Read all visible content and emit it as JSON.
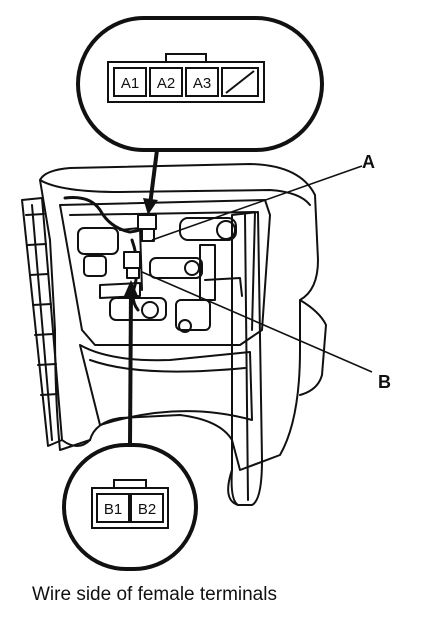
{
  "connector_a": {
    "pins": [
      "A1",
      "A2",
      "A3"
    ]
  },
  "connector_b": {
    "pins": [
      "B1",
      "B2"
    ]
  },
  "callouts": {
    "a": "A",
    "b": "B"
  },
  "caption": "Wire side of female terminals",
  "colors": {
    "line": "#111111",
    "background": "#ffffff",
    "shading": "#bfbfbf"
  }
}
